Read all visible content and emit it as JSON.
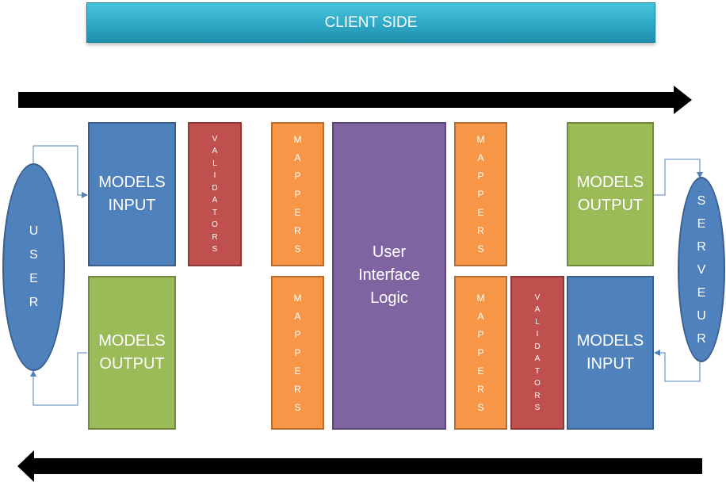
{
  "header": {
    "title": "CLIENT SIDE"
  },
  "actors": {
    "user": "U\nS\nE\nR",
    "server": "S\nE\nR\nV\nE\nU\nR"
  },
  "models": {
    "input_left": "MODELS\nINPUT",
    "output_left": "MODELS\nOUTPUT",
    "output_right": "MODELS\nOUTPUT",
    "input_right": "MODELS\nINPUT"
  },
  "validators": {
    "top_left": "V\nA\nL\nI\nD\nA\nT\nO\nR\nS",
    "bottom_right": "V\nA\nL\nI\nD\nA\nT\nO\nR\nS"
  },
  "mappers": {
    "top_left": "M\nA\nP\nP\nE\nR\nS",
    "bottom_left": "M\nA\nP\nP\nE\nR\nS",
    "top_right": "M\nA\nP\nP\nE\nR\nS",
    "bottom_right": "M\nA\nP\nP\nE\nR\nS"
  },
  "logic": {
    "label": "User\nInterface\nLogic"
  },
  "colors": {
    "banner": "#31b0cc",
    "models_blue": "#4f81bd",
    "models_green": "#9bbb59",
    "validators_red": "#c0504d",
    "mappers_orange": "#f79646",
    "logic_purple": "#8064a2",
    "arrow": "#000000",
    "connector": "#4f81bd"
  }
}
